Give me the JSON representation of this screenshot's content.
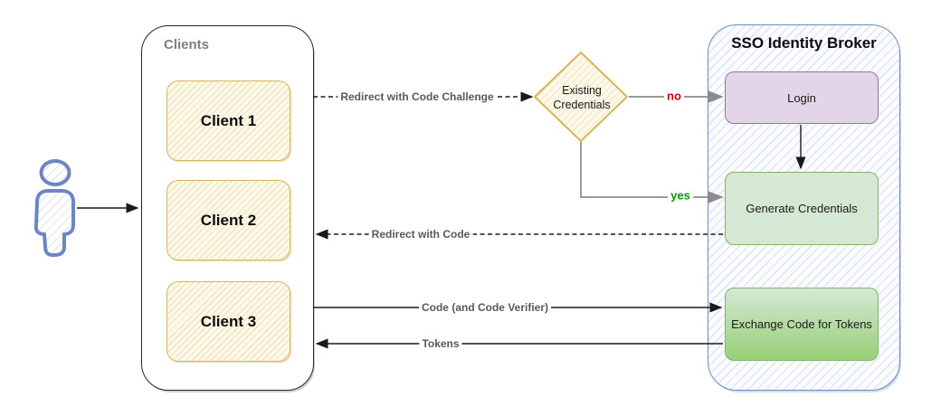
{
  "clients": {
    "title": "Clients",
    "items": [
      {
        "label": "Client 1"
      },
      {
        "label": "Client 2"
      },
      {
        "label": "Client 3"
      }
    ]
  },
  "decision": {
    "label": "Existing Credentials"
  },
  "broker": {
    "title": "SSO Identity Broker",
    "nodes": [
      {
        "label": "Login"
      },
      {
        "label": "Generate Credentials"
      },
      {
        "label": "Exchange Code for Tokens"
      }
    ]
  },
  "edges": {
    "redirect_with_code_challenge": {
      "label": "Redirect with Code Challenge",
      "style": "dashed"
    },
    "no": {
      "label": "no",
      "color": "#cc0000"
    },
    "yes": {
      "label": "yes",
      "color": "#009900"
    },
    "redirect_with_code": {
      "label": "Redirect with Code",
      "style": "dashed"
    },
    "code_and_code_verifier": {
      "label": "Code (and Code Verifier)",
      "style": "solid"
    },
    "tokens": {
      "label": "Tokens",
      "style": "solid"
    }
  },
  "icons": {
    "person": "user-person-icon"
  },
  "colors": {
    "client_border": "#d6b656",
    "client_fill": "#fdf8ea",
    "clients_container_border": "#262626",
    "clients_title": "#808080",
    "broker_border": "#6c8ebf",
    "login_fill": "#e1d5e7",
    "login_border": "#9673a6",
    "green_fill": "#d5e8d4",
    "green_border": "#82b366",
    "exchange_gradient_bottom": "#97d077",
    "edge_label": "#595959",
    "no_label": "#cc0000",
    "yes_label": "#009900",
    "person_stroke": "#6d86c3"
  }
}
